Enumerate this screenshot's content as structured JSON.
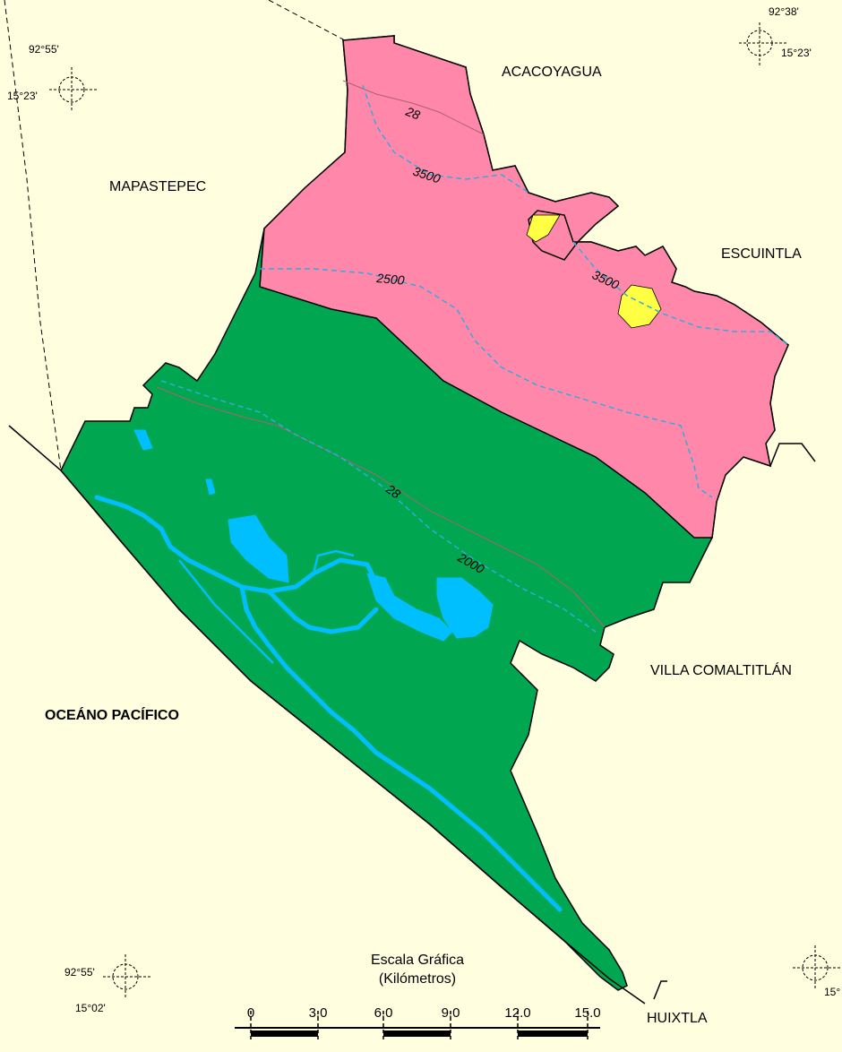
{
  "labels": {
    "acacoyagua": "ACACOYAGUA",
    "mapastepec": "MAPASTEPEC",
    "escuintla": "ESCUINTLA",
    "villa_comaltitlan": "VILLA COMALTITLÁN",
    "oceano": "OCEÁNO PACÍFICO",
    "huixtla": "HUIXTLA"
  },
  "coords": {
    "nw_lon": "92°55'",
    "nw_lat": "15°23'",
    "ne_lon": "92°38'",
    "ne_lat": "15°23'",
    "sw_lon": "92°55'",
    "sw_lat": "15°02'",
    "se_lat": "15°"
  },
  "contours": {
    "c28_top": "28",
    "c3500_a": "3500",
    "c3500_b": "3500",
    "c2500": "2500",
    "c28_mid": "28",
    "c2000": "2000"
  },
  "scale": {
    "title": "Escala Gráfica",
    "unit": "(Kilómetros)",
    "ticks": [
      "0",
      "3.0",
      "6.0",
      "9.0",
      "12.0",
      "15.0"
    ]
  },
  "colors": {
    "background": "#ffffe0",
    "zone_pink": "#ff88aa",
    "zone_green": "#00a650",
    "water": "#00bfff",
    "urban": "#ffff44"
  }
}
